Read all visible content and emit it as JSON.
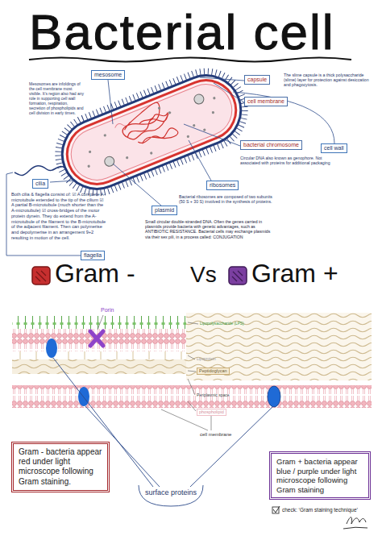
{
  "diagram": {
    "title": "Bacterial cell",
    "nodes": [
      {
        "text": [
          "mesosome"
        ]
      },
      {
        "text": [
          "capsule"
        ]
      },
      {
        "text": [
          "cell membrane"
        ]
      },
      {
        "text": [
          "bacterial chromosome"
        ]
      },
      {
        "text": [
          "cell wall"
        ]
      },
      {
        "text": [
          "ribosomes"
        ]
      },
      {
        "text": [
          "cilia"
        ]
      },
      {
        "text": [
          "plasmid"
        ]
      },
      {
        "text": [
          "flagella"
        ]
      },
      {
        "text": [
          "Peptidoglycan"
        ]
      },
      {
        "text": [
          "phospholipid"
        ]
      },
      {
        "text": [
          "Gram - bacteria appear red under light microscope following Gram staining."
        ]
      },
      {
        "text": [
          "Gram + bacteria appear blue / purple under light microscope following Gram staining"
        ]
      }
    ],
    "labels": [
      "Mesosomes are infoldings of the cell membrane most visible. It's region also had any role in supporting cell wall formation, respiration, secretion of phospholipids and cell division in early times.",
      "The slime capsule is a thick polysaccharide (slime) layer for protection against desiccation and phagocytosis.",
      "Circular DNA also known as genophore. Not associated with proteins for additional packaging",
      "Bacterial ribosomes are composed of two subunits (50 S + 30 S) involved in the synthesis of proteins.",
      "Both cilia & flagella consist of: ☑ A complete A-microtubule extended to the tip of the cilium ☑ A partial B-microtubule (much shorter than the A-microtubule) ☑ cross-bridges of the motor protein dynein. They do extend from the A-microtubule of the filament to the B-microtubule of the adjacent filament. Then can polymerise and depolymerise in an arrangement 9+2 resulting in motion of the cell.",
      "Small circular double-stranded DNA. Often the genes carried in plasmids provide bacteria with genetic advantages, such as ANTIBIOTIC RESISTANCE. Bacterial cells may exchange plasmids via their sex pili, in a process called: CONJUGATION",
      "Gram -",
      "Vs",
      "Gram +",
      "Porin",
      "Lipopolysaccharide (LPS)",
      "Lipoprotein",
      "Periplasmic space",
      "cell membrane",
      "surface proteins",
      "check: ‘Gram staining technique’"
    ]
  }
}
